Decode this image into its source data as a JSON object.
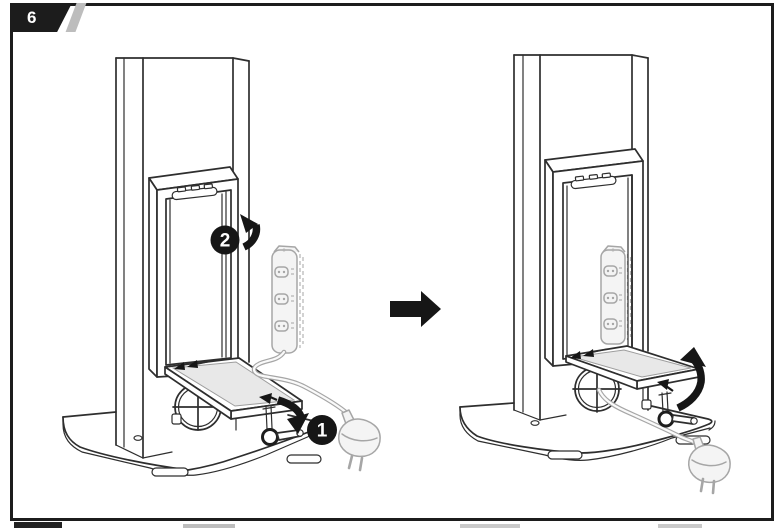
{
  "page": {
    "step_badge": {
      "label": "6"
    },
    "border_color": "#1c1c1c",
    "stripe_color": "#bdbdbd",
    "background": "#ffffff"
  },
  "callouts": {
    "step1": "1",
    "step2": "2"
  },
  "icons": {
    "transition": "arrow-right-icon",
    "left_panel": [
      "rotate-up-arrow-icon",
      "fold-down-arrow-icon",
      "power-strip-icon",
      "power-plug-icon",
      "cable-winder-icon"
    ],
    "right_panel": [
      "lift-up-arrow-icon",
      "power-strip-icon",
      "power-plug-icon",
      "cable-winder-icon"
    ]
  },
  "colors": {
    "line": "#2e2e2e",
    "soft_line": "#a6a6a6",
    "fill_soft": "#f4f4f4",
    "tray_fill": "#e8e8e8",
    "black": "#161616"
  }
}
